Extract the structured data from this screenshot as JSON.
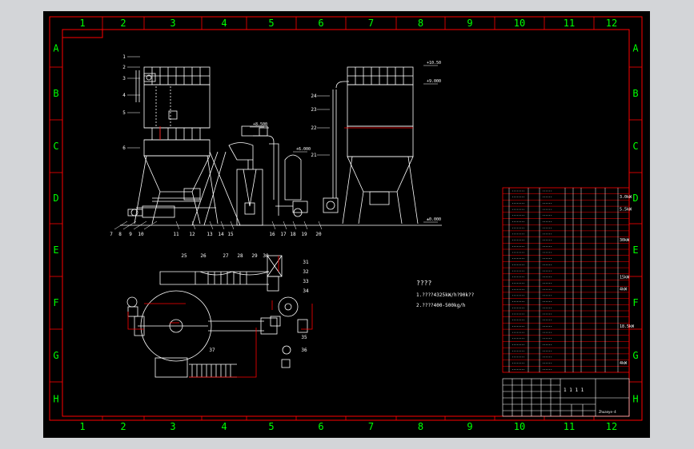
{
  "grid": {
    "columns": [
      "1",
      "2",
      "3",
      "4",
      "5",
      "6",
      "7",
      "8",
      "9",
      "10",
      "11",
      "12"
    ],
    "rows": [
      "A",
      "B",
      "C",
      "D",
      "E",
      "F",
      "G",
      "H"
    ]
  },
  "colors": {
    "background": "#000000",
    "frame": "#ff0000",
    "lines": "#ffffff",
    "labels": "#00ff00",
    "accent": "#ff0000",
    "window": "#d3d5d8"
  },
  "elevation_leaders": [
    "1",
    "2",
    "3",
    "4",
    "5",
    "6",
    "7",
    "8",
    "9",
    "10",
    "11",
    "12",
    "13",
    "14",
    "15",
    "16",
    "17",
    "18",
    "19",
    "20",
    "21",
    "22",
    "23",
    "24"
  ],
  "plan_leaders": [
    "25",
    "26",
    "27",
    "28",
    "29",
    "30",
    "31",
    "32",
    "33",
    "34",
    "35",
    "36",
    "37"
  ],
  "elevation_marks": [
    "+10.50",
    "+9.000",
    "+8.500",
    "+6.000",
    "±0.000"
  ],
  "notes": {
    "title": "????",
    "line1": "1.????4325kW/h?90k??",
    "line2": "2.????400-500kg/h"
  },
  "bom_marks": [
    "3.0kW",
    "5.5kW",
    "30kW",
    "15kW",
    "4kW",
    "18.5kW",
    "4kW"
  ],
  "title_block": {
    "caption": "1 1 1 1",
    "drawing_no": "Zhuanye-4"
  }
}
